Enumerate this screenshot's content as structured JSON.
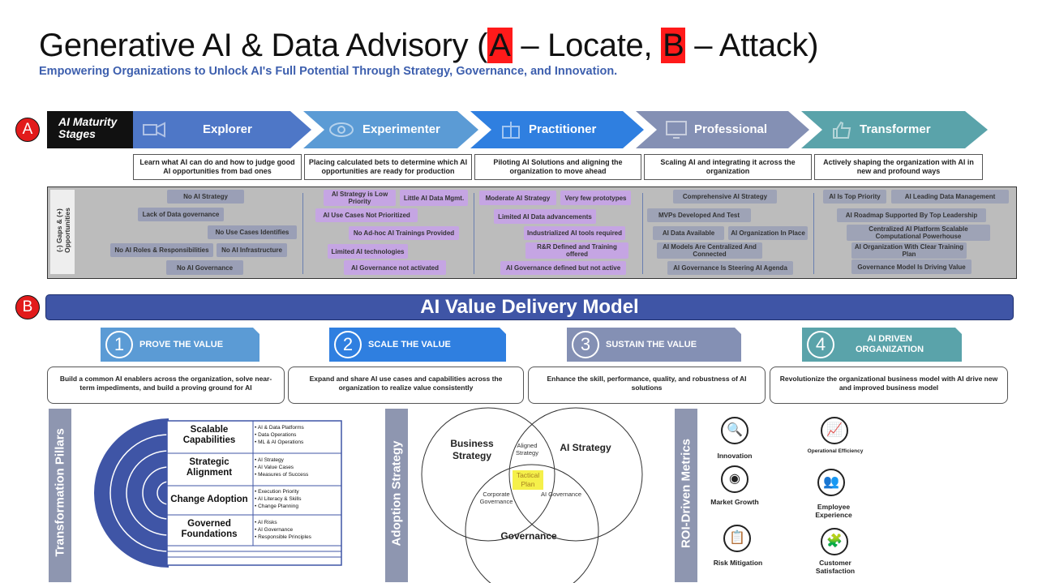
{
  "header": {
    "title_pre": "Generative AI & Data Advisory (",
    "title_a": "A",
    "title_mid1": " – Locate, ",
    "title_b": "B",
    "title_post": " – Attack)",
    "subtitle": "Empowering Organizations to Unlock AI's Full Potential Through Strategy, Governance, and Innovation."
  },
  "section_a": {
    "marker": "A",
    "label_line1": "AI Maturity",
    "label_line2": "Stages",
    "stages": [
      {
        "name": "Explorer",
        "desc": "Learn what AI can do and how to judge good AI opportunities from bad ones",
        "color": "#4e77c7",
        "icon": "projector-icon"
      },
      {
        "name": "Experimenter",
        "desc": "Placing calculated bets to determine which AI opportunities are ready for production",
        "color": "#5b9bd5",
        "icon": "eye-icon"
      },
      {
        "name": "Practitioner",
        "desc": "Piloting AI Solutions and aligning the organization to move ahead",
        "color": "#2f7fe0",
        "icon": "gift-icon"
      },
      {
        "name": "Professional",
        "desc": "Scaling AI and integrating it across the organization",
        "color": "#8490b4",
        "icon": "monitor-icon"
      },
      {
        "name": "Transformer",
        "desc": "Actively shaping the organization with AI in new and profound ways",
        "color": "#5aa3aa",
        "icon": "thumbs-up-icon"
      }
    ],
    "gaps_label": "(-) Gaps & (+) Opportunities",
    "explorer_tags": [
      "No AI Strategy",
      "Lack of Data governance",
      "No Use Cases Identifies",
      "No AI Roles & Responsibilities",
      "No AI Infrastructure",
      "No AI Governance"
    ],
    "experimenter_tags": [
      "AI Strategy is Low Priority",
      "Little AI Data Mgmt.",
      "AI Use Cases Not Prioritized",
      "No Ad-hoc AI Trainings Provided",
      "Limited AI technologies",
      "AI Governance not activated"
    ],
    "practitioner_tags": [
      "Moderate AI Strategy",
      "Very few prototypes",
      "Limited AI Data advancements",
      "Industrialized AI tools required",
      "R&R Defined and Training offered",
      "AI Governance defined but not active"
    ],
    "professional_tags": [
      "Comprehensive AI Strategy",
      "MVPs Developed And Test",
      "AI Data Available",
      "AI Organization In Place",
      "AI Models Are Centralized And Connected",
      "AI Governance Is Steering AI Agenda"
    ],
    "transformer_tags": [
      "AI Is Top Priority",
      "AI Leading Data Management",
      "AI Roadmap Supported By Top Leadership",
      "Centralized AI Platform Scalable Computational Powerhouse",
      "AI Organization With Clear Training Plan",
      "Governance Model Is Driving Value"
    ]
  },
  "section_b": {
    "marker": "B",
    "banner": "AI Value Delivery Model",
    "steps": [
      {
        "num": "1",
        "title": "PROVE THE VALUE",
        "desc": "Build a common AI enablers across the organization, solve near-term impediments, and build a proving ground for AI",
        "color": "#5b9bd5"
      },
      {
        "num": "2",
        "title": "SCALE THE VALUE",
        "desc": "Expand and share AI use cases and capabilities across the organization to realize value consistently",
        "color": "#2f7fe0"
      },
      {
        "num": "3",
        "title": "SUSTAIN THE VALUE",
        "desc": "Enhance the skill, performance, quality, and robustness of AI solutions",
        "color": "#8490b4"
      },
      {
        "num": "4",
        "title": "AI DRIVEN ORGANIZATION",
        "desc": "Revolutionize the organizational business model with AI drive new and improved business model",
        "color": "#5aa3aa"
      }
    ]
  },
  "pillars": {
    "label": "Transformation Pillars",
    "items": [
      {
        "title": "Scalable Capabilities",
        "points": [
          "AI & Data Platforms",
          "Data Operations",
          "ML & AI Operations"
        ]
      },
      {
        "title": "Strategic Alignment",
        "points": [
          "AI Strategy",
          "AI Value Cases",
          "Measures of Success"
        ]
      },
      {
        "title": "Change Adoption",
        "points": [
          "Execution Priority",
          "AI Literacy & Skills",
          "Change Planning"
        ]
      },
      {
        "title": "Governed Foundations",
        "points": [
          "AI Risks",
          "AI Governance",
          "Responsible Principles"
        ]
      }
    ]
  },
  "adoption": {
    "label": "Adoption Strategy",
    "business": "Business Strategy",
    "ai": "AI Strategy",
    "governance": "Governance",
    "aligned": "Aligned Strategy",
    "corporate": "Corporate Governance",
    "ai_gov": "AI Governance",
    "tactical": "Tactical Plan"
  },
  "roi": {
    "label": "ROI-Driven Metrics",
    "metrics": [
      {
        "label": "Innovation",
        "icon": "magnifier-chart-icon",
        "glyph": "🔍"
      },
      {
        "label": "Market Growth",
        "icon": "aperture-icon",
        "glyph": "◉"
      },
      {
        "label": "Risk Mitigation",
        "icon": "clipboard-icon",
        "glyph": "📋"
      },
      {
        "label": "Operational Efficiency",
        "icon": "line-chart-icon",
        "glyph": "📈"
      },
      {
        "label": "Employee Experience",
        "icon": "presenter-icon",
        "glyph": "👥"
      },
      {
        "label": "Customer Satisfaction",
        "icon": "puzzle-icon",
        "glyph": "🧩"
      }
    ]
  }
}
